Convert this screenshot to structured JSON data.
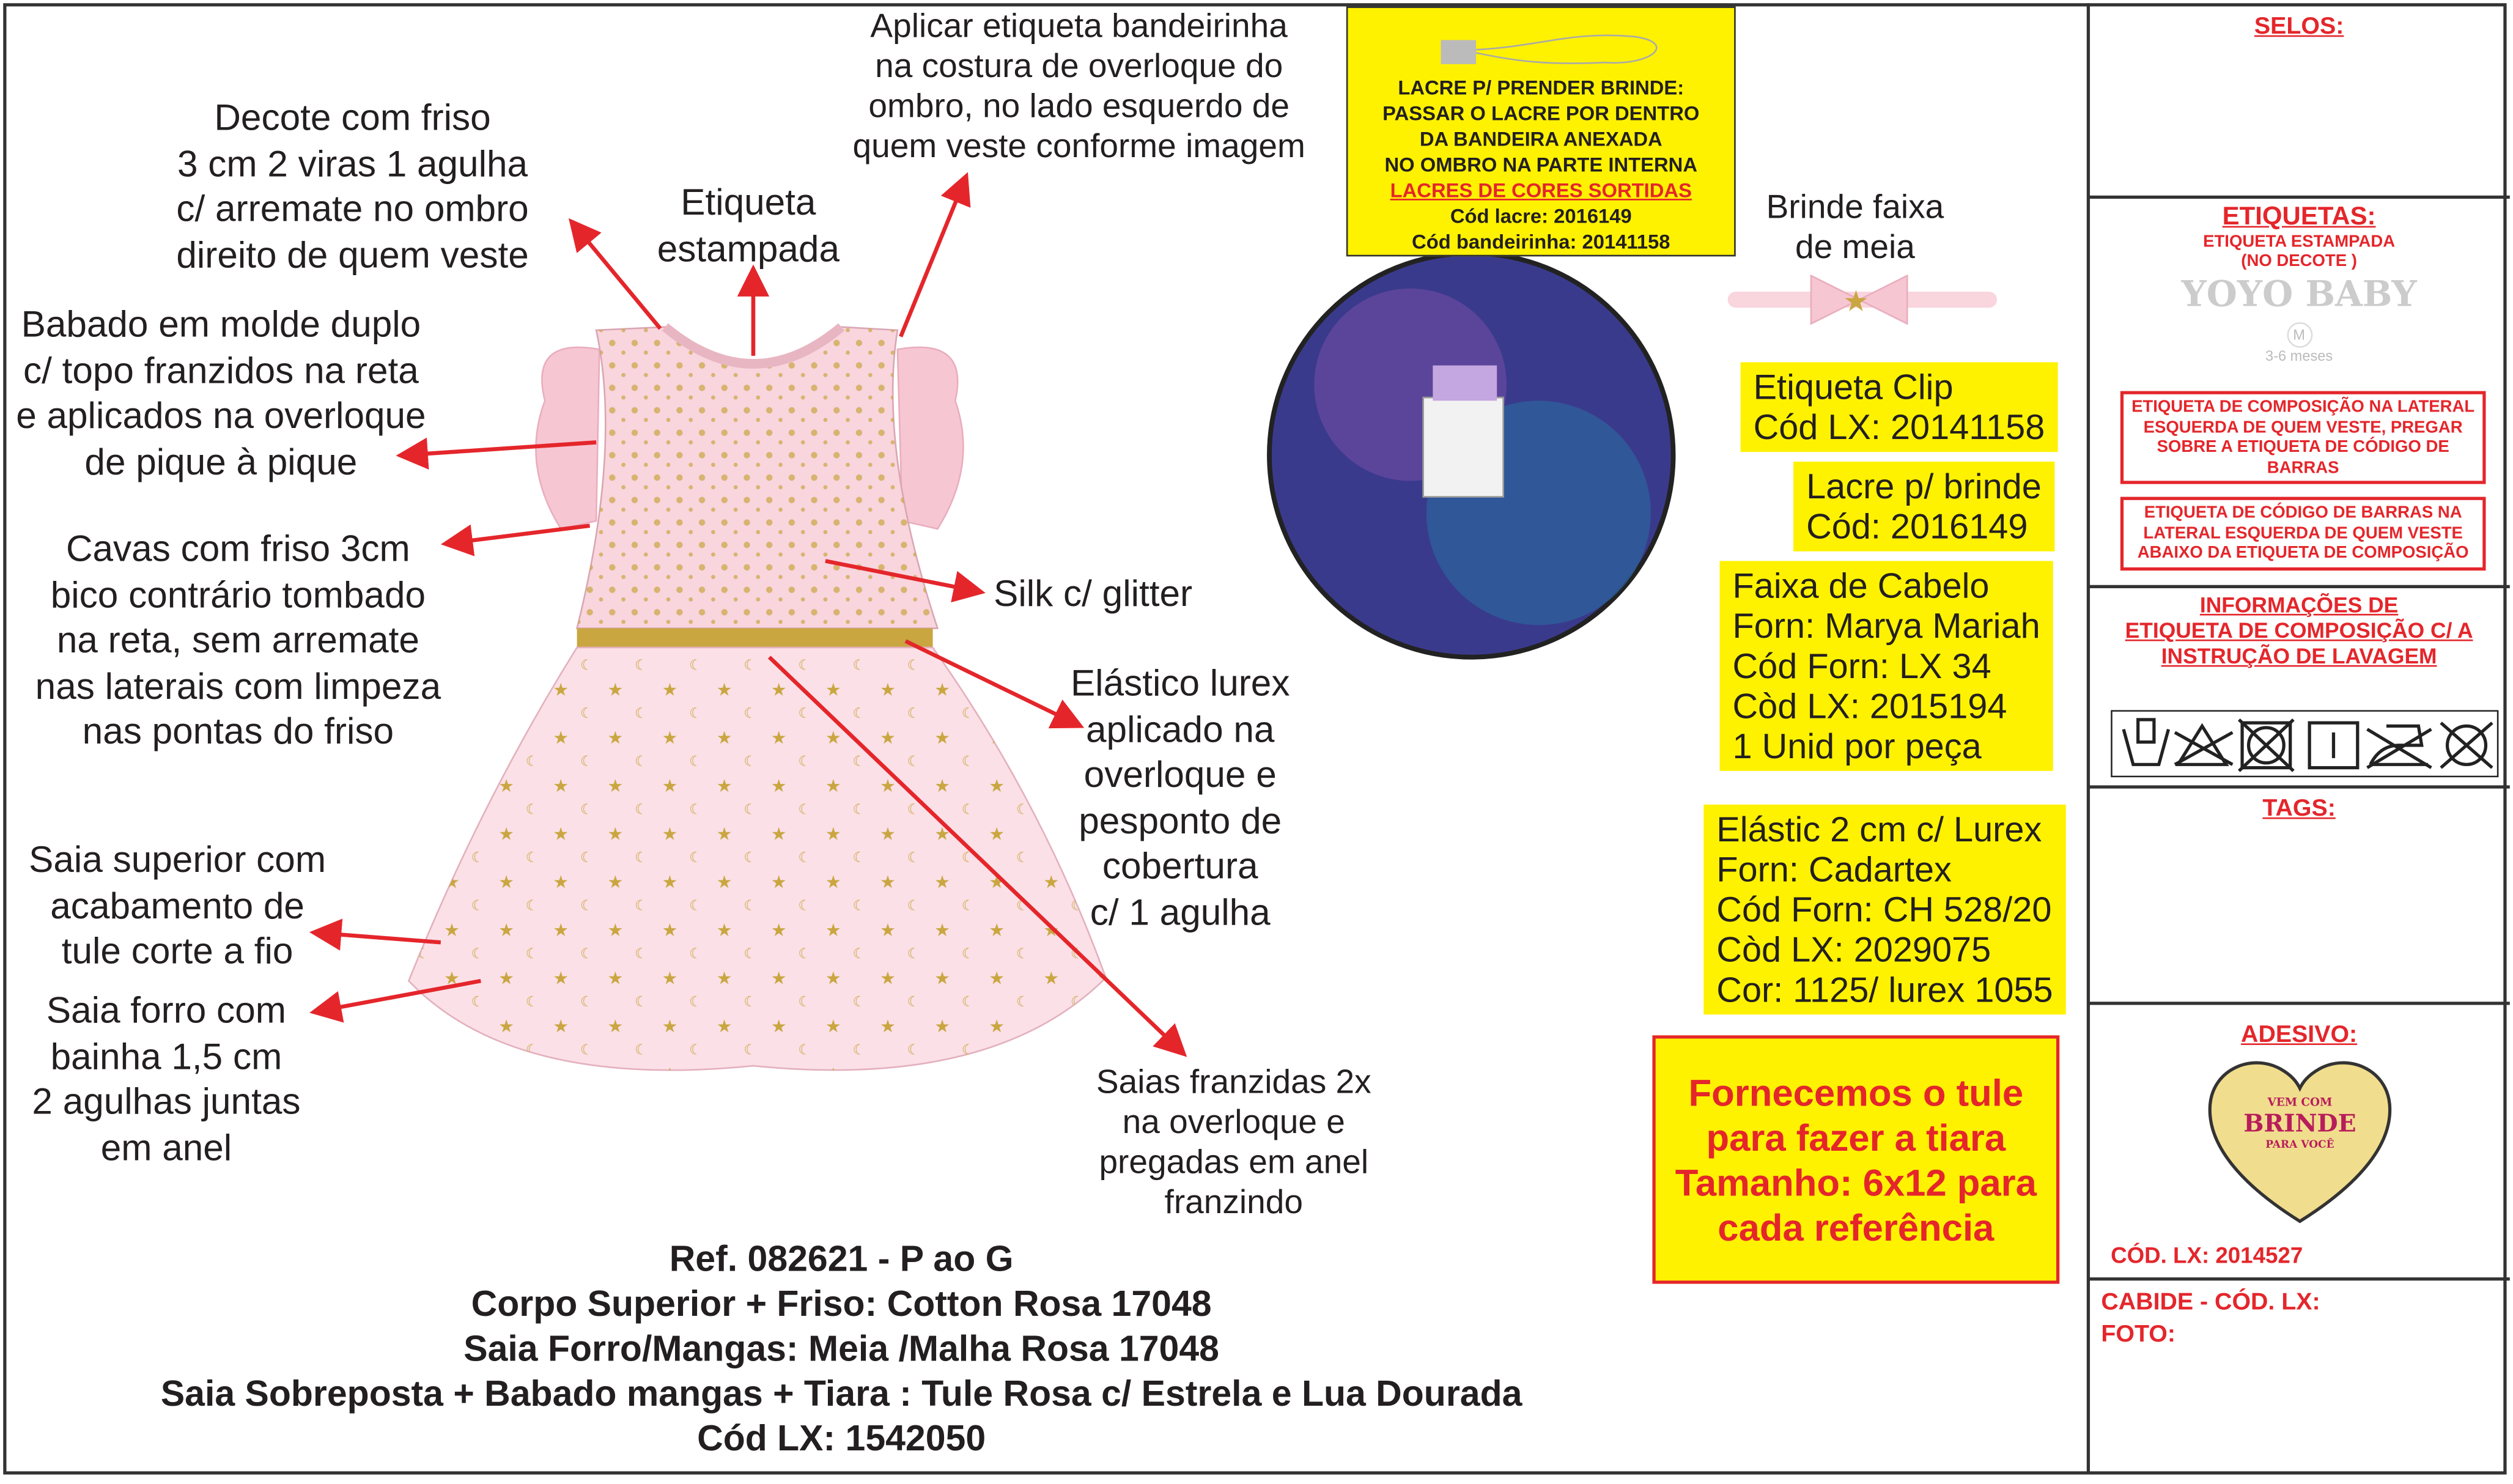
{
  "annotations": {
    "decote": "Decote com friso\n3 cm 2 viras 1 agulha\nc/ arremate no ombro\ndireito de quem veste",
    "etiqueta_estampada": "Etiqueta\nestampada",
    "bandeirinha": "Aplicar etiqueta bandeirinha\nna costura de overloque do\nombro, no lado esquerdo de\nquem veste conforme imagem",
    "babado": "Babado em molde duplo\nc/ topo franzidos na reta\ne aplicados na overloque\nde pique à pique",
    "cavas": "Cavas com friso 3cm\nbico contrário tombado\nna reta, sem arremate\nnas laterais com limpeza\nnas pontas do friso",
    "silk": "Silk c/ glitter",
    "elastico": "Elástico lurex\naplicado na\noverloque e\npesponto de\ncobertura\nc/ 1 agulha",
    "saia_superior": "Saia superior com\nacabamento de\ntule corte a fio",
    "saia_forro": "Saia forro com\nbainha 1,5 cm\n2 agulhas juntas\nem anel",
    "saias_franzidas": "Saias franzidas 2x\nna overloque e\npregadas em anel\nfranzindo",
    "brinde_faixa": "Brinde faixa\nde meia"
  },
  "lacre_box": {
    "line1": "LACRE P/ PRENDER BRINDE:",
    "line2": "PASSAR O LACRE POR DENTRO",
    "line3": "DA BANDEIRA ANEXADA",
    "line4": "NO OMBRO NA PARTE INTERNA",
    "line5": "LACRES DE CORES SORTIDAS",
    "line6": "Cód lacre: 2016149",
    "line7": "Cód bandeirinha: 20141158"
  },
  "labels": {
    "clip": "Etiqueta Clip\nCód LX: 20141158",
    "lacre": "Lacre p/ brinde\nCód: 2016149",
    "faixa": "Faixa de Cabelo\nForn: Marya Mariah\nCód Forn: LX 34\nCòd LX: 2015194\n1 Unid por peça",
    "elastic": "Elástic 2 cm c/ Lurex\nForn: Cadartex\nCód Forn: CH 528/20\nCòd LX: 2029075\nCor: 1125/ lurex 1055"
  },
  "tule_notice": "Fornecemos o tule\npara fazer a tiara\nTamanho: 6x12 para\ncada referência",
  "bottom": {
    "ref": "Ref. 082621 - P ao G",
    "corpo": "Corpo Superior + Friso: Cotton Rosa 17048",
    "saia_forro": "Saia Forro/Mangas: Meia /Malha Rosa 17048",
    "saia_sobreposta": "Saia Sobreposta + Babado mangas + Tiara : Tule Rosa c/ Estrela e Lua Dourada",
    "cod": "Cód LX: 1542050"
  },
  "right_panel": {
    "selos": "SELOS:",
    "etiquetas": "ETIQUETAS:",
    "etiqueta_estampada": "ETIQUETA ESTAMPADA\n(NO DECOTE )",
    "brand": "YOYO BABY",
    "size": "M",
    "size_range": "3-6 meses",
    "composicao_box": "ETIQUETA DE COMPOSIÇÃO NA LATERAL ESQUERDA DE QUEM VESTE, PREGAR SOBRE A ETIQUETA DE CÓDIGO DE BARRAS",
    "barras_box": "ETIQUETA DE CÓDIGO DE BARRAS NA LATERAL ESQUERDA DE QUEM VESTE ABAIXO DA ETIQUETA DE COMPOSIÇÃO",
    "informacoes": "INFORMAÇÕES DE\nETIQUETA DE COMPOSIÇÃO C/ A\nINSTRUÇÃO DE LAVAGEM",
    "care_icons": [
      "hand-wash-icon",
      "no-bleach-icon",
      "no-tumble-dry-icon",
      "line-dry-icon",
      "no-iron-icon",
      "no-dry-clean-icon"
    ],
    "tags": "TAGS:",
    "adesivo": "ADESIVO:",
    "sticker_top": "VEM COM",
    "sticker_main": "BRINDE",
    "sticker_bottom": "PARA VOCÊ",
    "adesivo_cod": "CÓD. LX: 2014527",
    "cabide": "CABIDE - CÓD. LX:",
    "foto": "FOTO:"
  },
  "colors": {
    "yellow": "#fff200",
    "red": "#e4262b",
    "pink": "#f9d5de",
    "gold": "#c9a640"
  }
}
